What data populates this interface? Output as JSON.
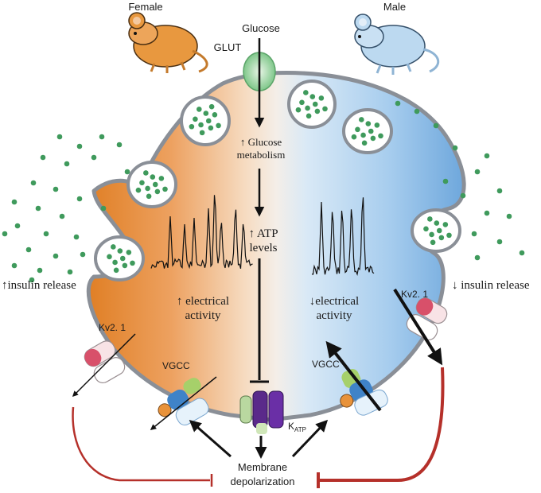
{
  "labels": {
    "female": "Female",
    "male": "Male",
    "glucose": "Glucose",
    "glut": "GLUT",
    "glucose_metabolism_line1": "↑ Glucose",
    "glucose_metabolism_line2": "metabolism",
    "atp_line1": "↑ ATP",
    "atp_line2": "levels",
    "insulin_release_female": "↑insulin release",
    "insulin_release_male": "↓ insulin release",
    "electrical_female_line1": "↑ electrical",
    "electrical_female_line2": "activity",
    "electrical_male_line1": "↓electrical",
    "electrical_male_line2": "activity",
    "kv21_female": "Kv2. 1",
    "kv21_male": "Kv2. 1",
    "vgcc_female": "VGCC",
    "vgcc_male": "VGCC",
    "katp_main": "K",
    "katp_sub": "ATP",
    "membrane_line1": "Membrane",
    "membrane_line2": "depolarization"
  },
  "colors": {
    "female_fill": "#e8923a",
    "male_fill": "#8fc0e6",
    "granule": "#3f9a5c",
    "inhibit_arrow": "#b5302a"
  },
  "icons": {
    "female_mouse": "mouse-icon",
    "male_mouse": "mouse-icon",
    "glut": "transporter-icon",
    "katp": "channel-icon"
  }
}
